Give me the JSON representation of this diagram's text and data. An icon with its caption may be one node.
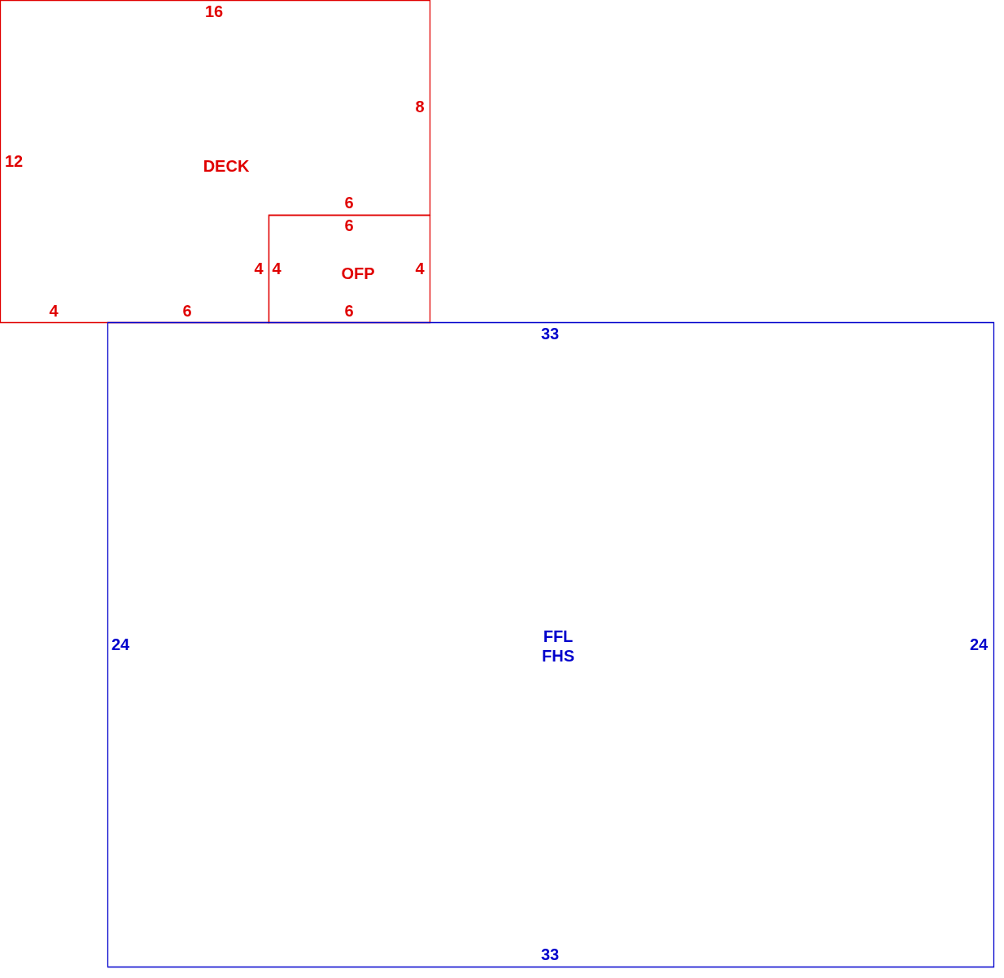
{
  "diagram": {
    "nodes": [
      {
        "text": [
          "DECK"
        ]
      },
      {
        "text": [
          "OFP"
        ]
      },
      {
        "text": [
          "FFL",
          "FHS"
        ]
      }
    ],
    "edges": [],
    "labels": [
      "16",
      "8",
      "12",
      "6",
      "6",
      "4",
      "4",
      "4",
      "4",
      "6",
      "6",
      "33",
      "24",
      "24",
      "33"
    ]
  }
}
